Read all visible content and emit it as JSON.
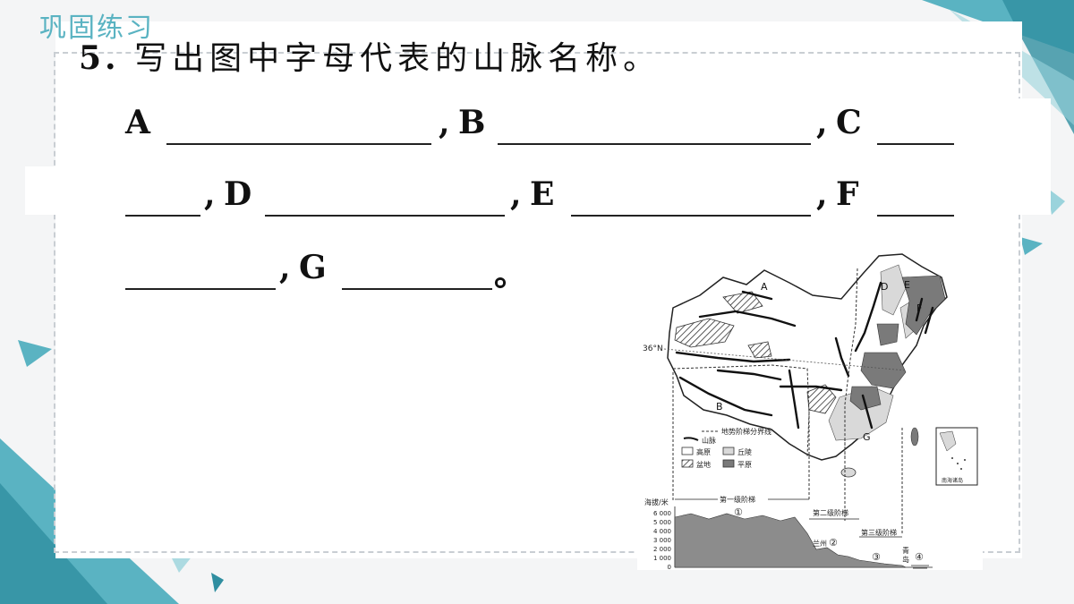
{
  "header": {
    "section_tag": "巩固练习"
  },
  "question": {
    "number": "5.",
    "text": "写出图中字母代表的山脉名称。"
  },
  "blanks": {
    "a": "A",
    "b": "B",
    "c": "C",
    "d": "D",
    "e": "E",
    "f": "F",
    "g": "G",
    "comma": ",",
    "period": "。"
  },
  "map": {
    "latitude_label": "36°N",
    "letters": [
      "A",
      "B",
      "D",
      "E",
      "F",
      "G"
    ],
    "legend": {
      "boundary": "地势阶梯分界线",
      "mountain": "山脉",
      "plateau": "高原",
      "hills": "丘陵",
      "basin": "盆地",
      "plain": "平原"
    },
    "inset_label": "南海诸岛",
    "profile": {
      "y_axis_title": "海拔/米",
      "y_ticks": [
        "6 000",
        "5 000",
        "4 000",
        "3 000",
        "2 000",
        "1 000",
        "0"
      ],
      "step1": "第一级阶梯",
      "step2": "第二级阶梯",
      "step3": "第三级阶梯",
      "circle1": "①",
      "circle2": "②",
      "circle3": "③",
      "circle4": "④",
      "lanzhou": "兰州",
      "qingdao_1": "青",
      "qingdao_2": "岛"
    }
  },
  "colors": {
    "accent": "#5ab3c2",
    "accent_dark": "#2f8ea0"
  }
}
